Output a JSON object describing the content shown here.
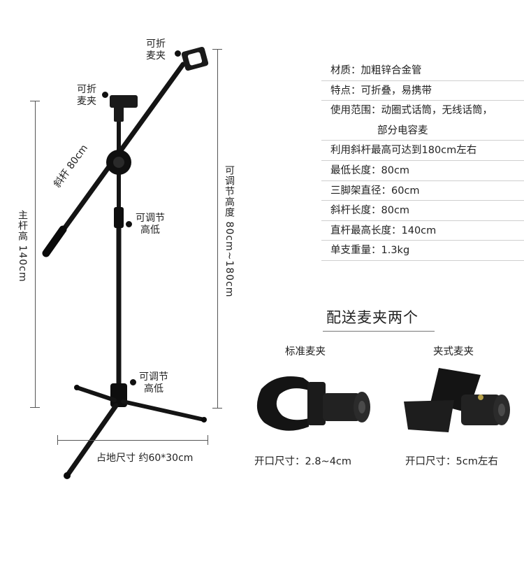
{
  "stand_labels": {
    "top_clip": [
      "可折",
      "麦夹"
    ],
    "mid_clip": [
      "可折",
      "麦夹"
    ],
    "boom": "斜杆 80cm",
    "adjust_upper": [
      "可调节",
      "高低"
    ],
    "adjust_lower": [
      "可调节",
      "高低"
    ],
    "main_pole": "主杆高 140cm",
    "adjustable_height": "可调节高度 80cm~180cm",
    "footprint": "占地尺寸 约60*30cm"
  },
  "specs": [
    "材质：加粗锌合金管",
    "特点：可折叠，易携带",
    "使用范围：动圈式话筒，无线话筒，",
    "部分电容麦",
    "利用斜杆最高可达到180cm左右",
    "最低长度：80cm",
    "三脚架直径：60cm",
    "斜杆长度：80cm",
    "直杆最高长度：140cm",
    "单支重量：1.3kg"
  ],
  "gift": {
    "title": "配送麦夹两个",
    "standard_clip": {
      "name": "标准麦夹",
      "opening": "开口尺寸：2.8~4cm"
    },
    "spring_clip": {
      "name": "夹式麦夹",
      "opening": "开口尺寸：5cm左右"
    }
  },
  "colors": {
    "stand": "#141414",
    "line": "#555555",
    "divider": "#cfcfcf"
  }
}
